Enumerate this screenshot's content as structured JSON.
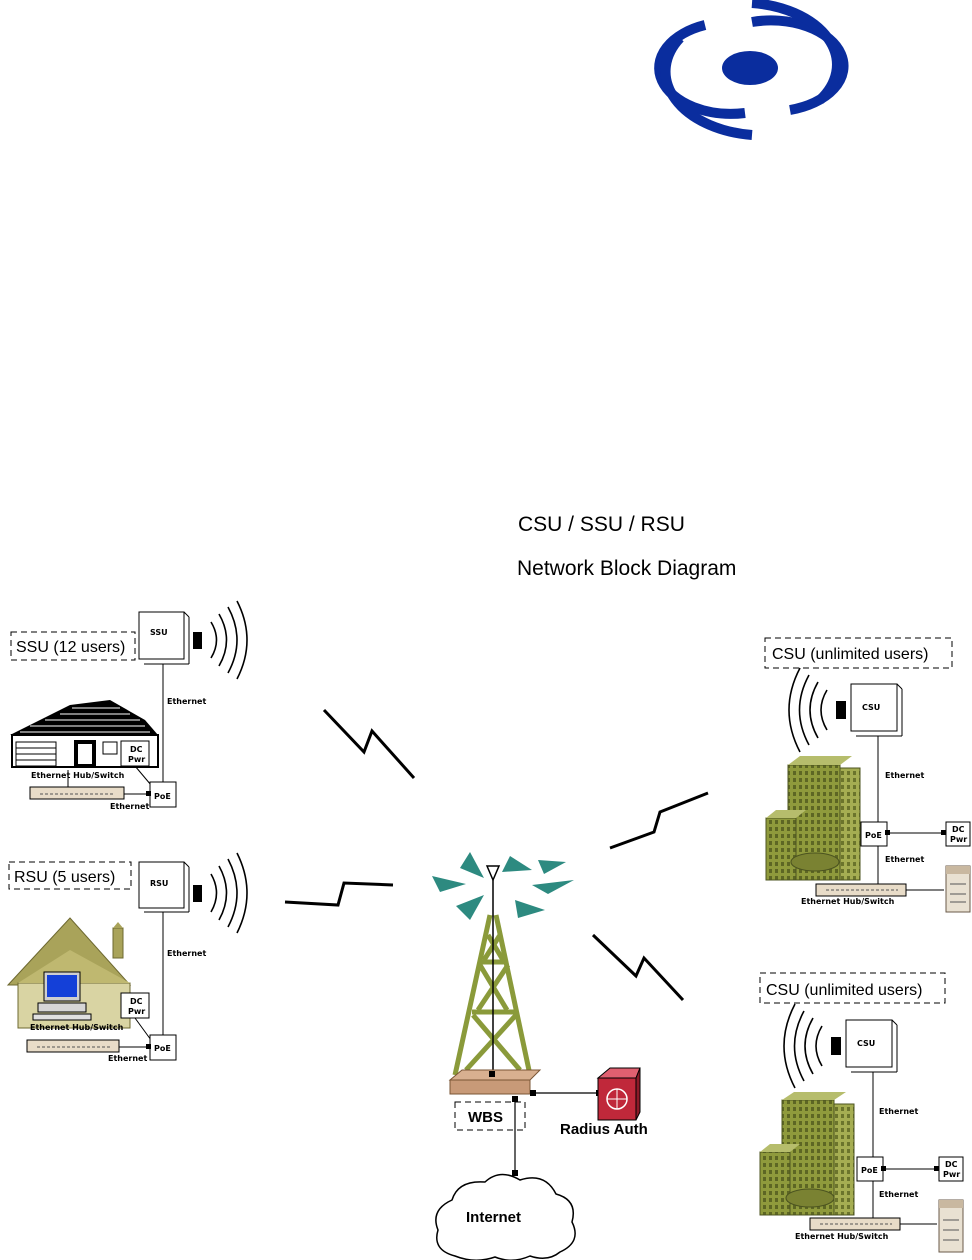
{
  "title": {
    "line1": "CSU / SSU / RSU",
    "line2": "Network Block Diagram"
  },
  "ssu": {
    "label": "SSU (12 users)",
    "unit": "SSU",
    "ethernet": "Ethernet",
    "dc": "DC",
    "pwr": "Pwr",
    "hub": "Ethernet Hub/Switch",
    "poe": "PoE",
    "ethernet2": "Ethernet"
  },
  "rsu": {
    "label": "RSU (5 users)",
    "unit": "RSU",
    "ethernet": "Ethernet",
    "dc": "DC",
    "pwr": "Pwr",
    "hub": "Ethernet Hub/Switch",
    "poe": "PoE",
    "ethernet2": "Ethernet"
  },
  "csu_top": {
    "label": "CSU (unlimited users)",
    "unit": "CSU",
    "ethernet": "Ethernet",
    "poe": "PoE",
    "dc": "DC",
    "pwr": "Pwr",
    "ethernet2": "Ethernet",
    "hub": "Ethernet Hub/Switch"
  },
  "csu_bottom": {
    "label": "CSU (unlimited users)",
    "unit": "CSU",
    "ethernet": "Ethernet",
    "poe": "PoE",
    "dc": "DC",
    "pwr": "Pwr",
    "ethernet2": "Ethernet",
    "hub": "Ethernet Hub/Switch"
  },
  "wbs": {
    "label": "WBS"
  },
  "radius": {
    "label": "Radius Auth"
  },
  "internet": {
    "label": "Internet"
  },
  "colors": {
    "logo": "#0a2d9e",
    "building": "#8f9a3c",
    "house_roof": "#a9a35a",
    "tower": "#8a9a3a",
    "radius": "#c0283a",
    "monitor": "#1440d8"
  }
}
